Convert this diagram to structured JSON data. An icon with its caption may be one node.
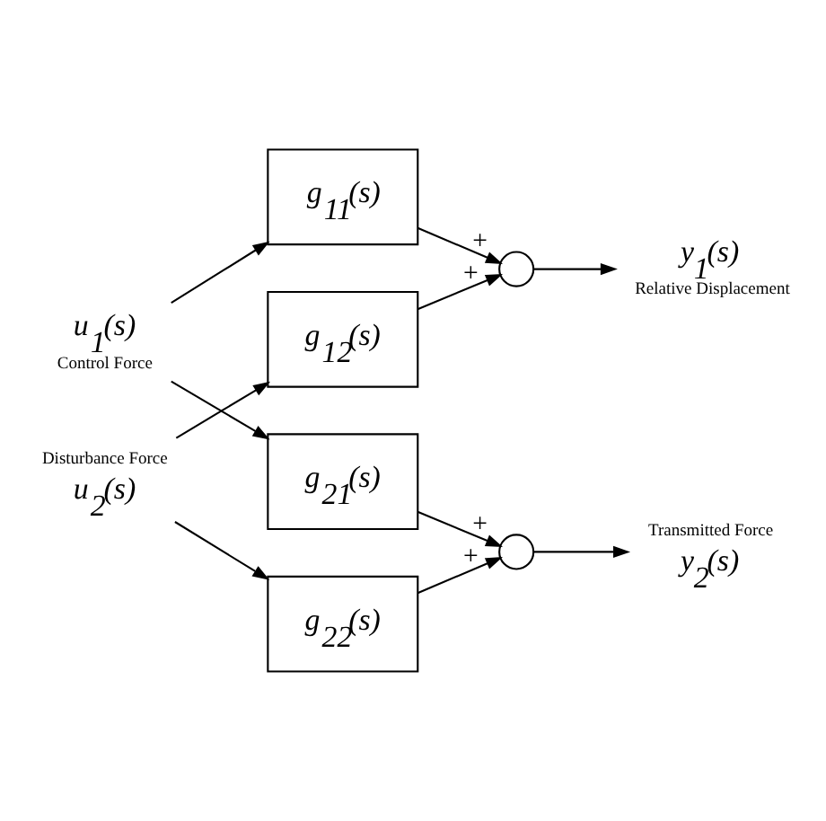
{
  "diagram": {
    "nodes": [
      {
        "text": [
          "u$_{1}$(s)"
        ],
        "beside": [
          "Control Force"
        ]
      },
      {
        "text": [
          "g$_{11}$(s)"
        ]
      },
      {
        "text": [],
        "shape": "circle"
      },
      {
        "text": [
          "y$_{1}$(s)"
        ],
        "beside": [
          "Relative Displacement"
        ]
      },
      {
        "text": [
          "g$_{12}$(s)"
        ]
      },
      {
        "text": [
          "g$_{21}$(s)"
        ]
      },
      {
        "text": [
          "u$_{2}$(s)"
        ],
        "beside": [
          "Disturbance Force"
        ]
      },
      {
        "text": [
          "g$_{22}$(s)"
        ]
      },
      {
        "text": [],
        "shape": "circle"
      },
      {
        "text": [
          "y$_{2}$(s)"
        ],
        "beside": [
          "Transmitted Force"
        ]
      }
    ],
    "edges": [
      {
        "from": 0,
        "to": 1,
        "arrow": "to"
      },
      {
        "from": 0,
        "to": 5,
        "arrow": "to"
      },
      {
        "from": 6,
        "to": 4,
        "arrow": "to"
      },
      {
        "from": 6,
        "to": 7,
        "arrow": "to"
      },
      {
        "from": 1,
        "to": 2,
        "arrow": "to",
        "label": "+"
      },
      {
        "from": 4,
        "to": 2,
        "arrow": "to",
        "label": "+"
      },
      {
        "from": 2,
        "to": 3,
        "arrow": "to"
      },
      {
        "from": 5,
        "to": 8,
        "arrow": "to",
        "label": "+"
      },
      {
        "from": 7,
        "to": 8,
        "arrow": "to",
        "label": "+"
      },
      {
        "from": 8,
        "to": 9,
        "arrow": "to"
      }
    ]
  }
}
